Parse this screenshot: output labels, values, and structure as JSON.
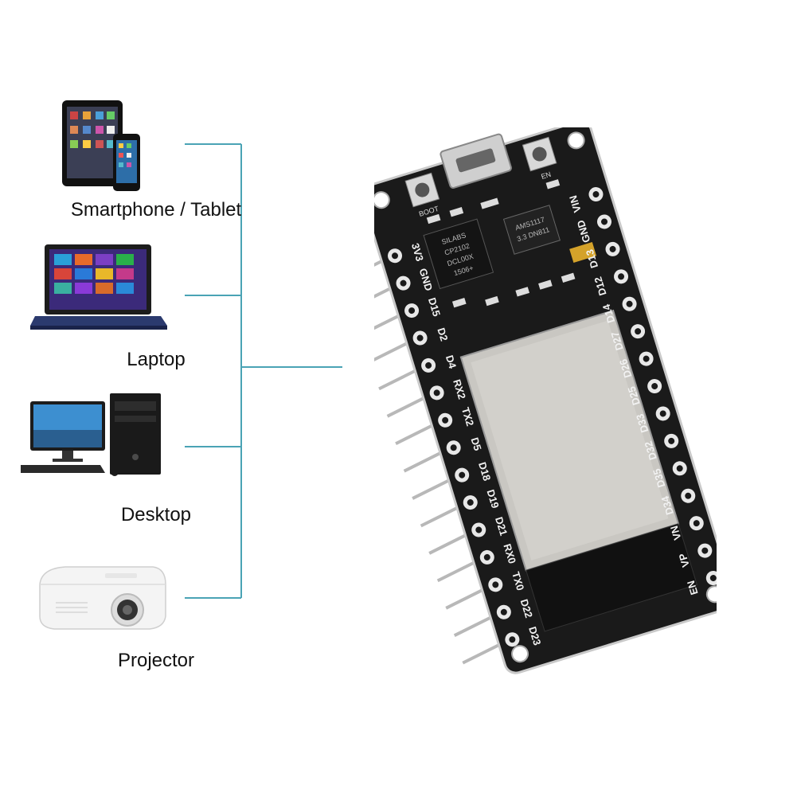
{
  "devices": [
    {
      "id": "smartphone",
      "label": "Smartphone / Tablet",
      "icon": "smartphone-tablet-icon"
    },
    {
      "id": "laptop",
      "label": "Laptop",
      "icon": "laptop-icon"
    },
    {
      "id": "desktop",
      "label": "Desktop",
      "icon": "desktop-computer-icon"
    },
    {
      "id": "projector",
      "label": "Projector",
      "icon": "projector-icon"
    }
  ],
  "board": {
    "left_pins": [
      "3V3",
      "GND",
      "D15",
      "D2",
      "D4",
      "RX2",
      "TX2",
      "D5",
      "D18",
      "D19",
      "D21",
      "RX0",
      "TX0",
      "D22",
      "D23"
    ],
    "right_pins": [
      "VIN",
      "GND",
      "D13",
      "D12",
      "D14",
      "D27",
      "D26",
      "D25",
      "D33",
      "D32",
      "D35",
      "D34",
      "VN",
      "VP",
      "EN"
    ],
    "chip_text": [
      "SILABS",
      "CP2102",
      "DCL00X",
      "1506+"
    ],
    "regulator_text": [
      "AMS1117",
      "3.3 DN811"
    ],
    "button_labels": [
      "BOOT",
      "EN"
    ]
  },
  "colors": {
    "connector_line": "#4aa3b5",
    "board": "#1a1a1a",
    "module": "#c9c7c2"
  }
}
